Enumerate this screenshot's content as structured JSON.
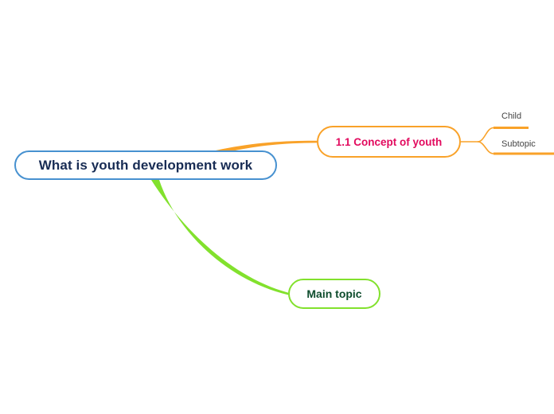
{
  "colors": {
    "background": "#FFFFFF",
    "root_border": "#4791D0",
    "root_text": "#182C54",
    "orange_branch": "#F9A229",
    "concept_text": "#E20A5E",
    "green_branch": "#82E12D",
    "main_topic_text": "#0E4C2D",
    "leaf_text": "#444444"
  },
  "mindmap": {
    "root": {
      "label": "What is youth development work"
    },
    "branches": [
      {
        "label": "1.1 Concept of youth",
        "children": [
          {
            "label": "Child"
          },
          {
            "label": "Subtopic"
          }
        ]
      },
      {
        "label": "Main topic",
        "children": []
      }
    ]
  }
}
